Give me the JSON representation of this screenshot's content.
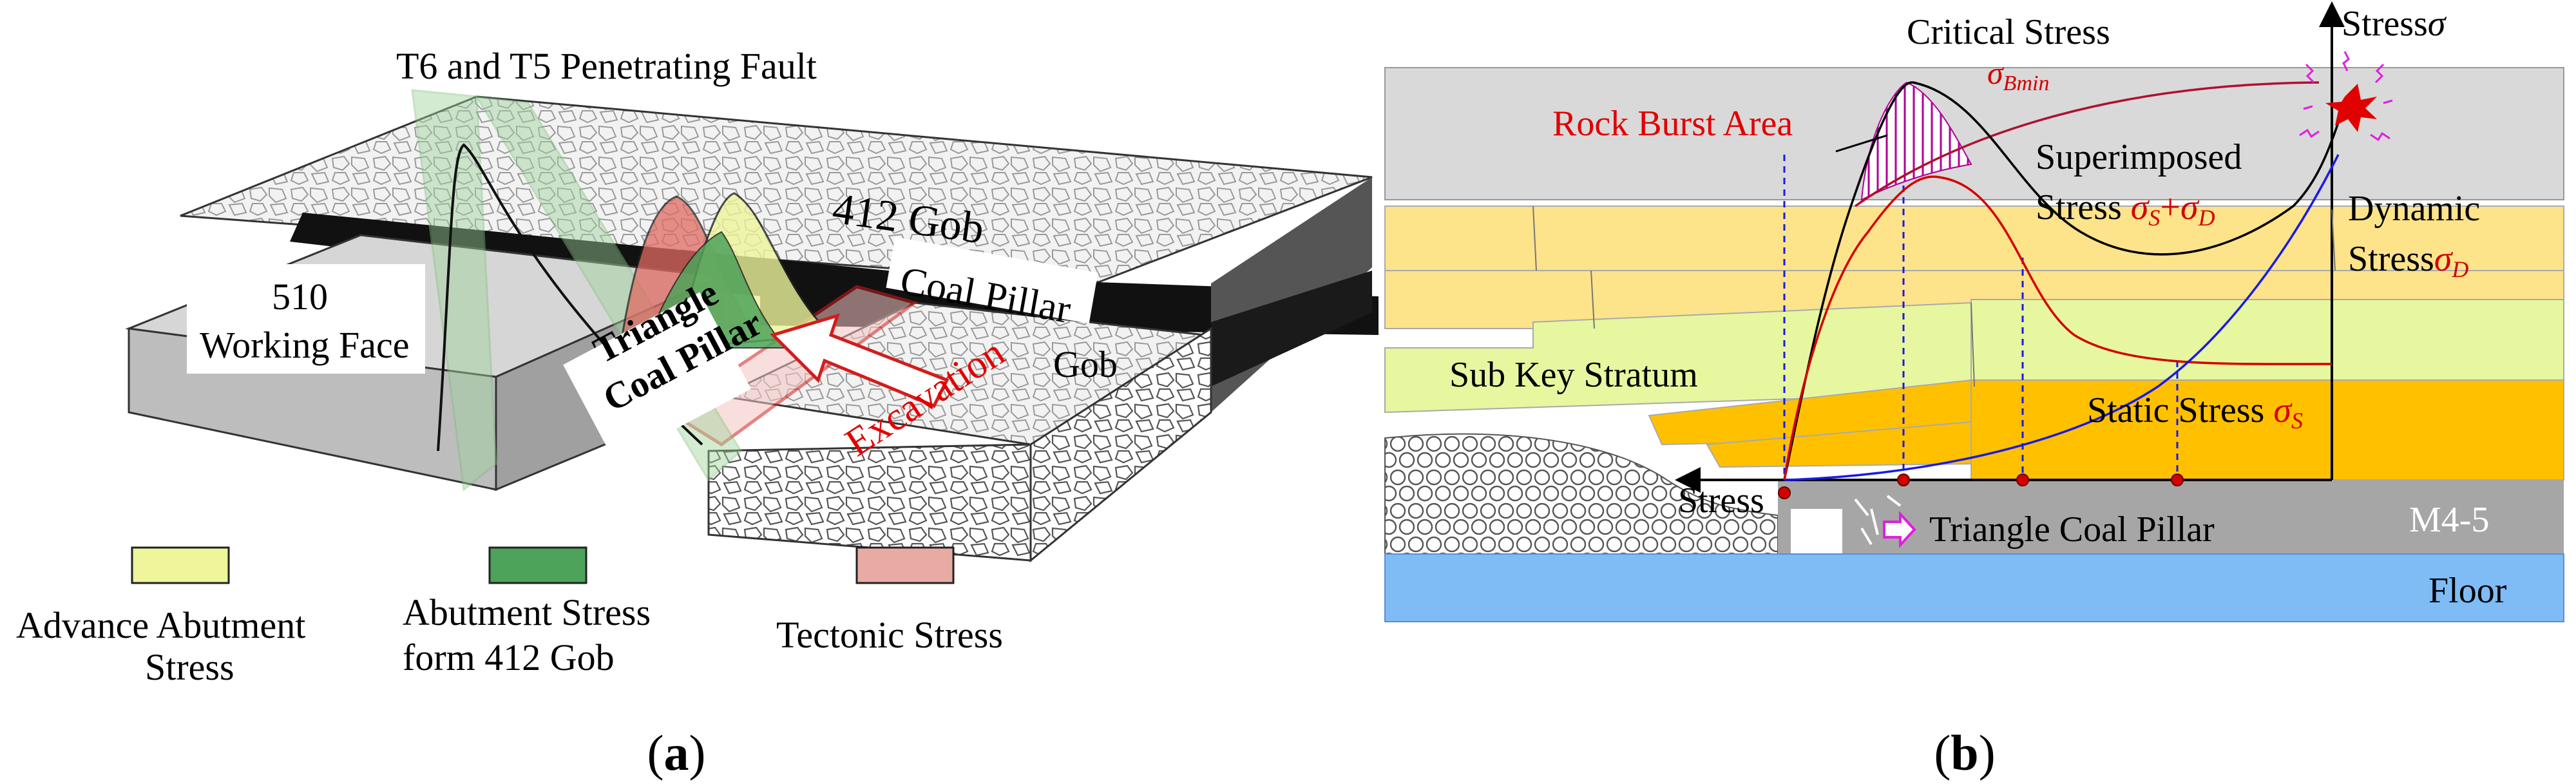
{
  "panel_a": {
    "fault_label": "T6 and T5 Penetrating Fault",
    "gob_412": "412 Gob",
    "coal_pillar": "Coal Pillar",
    "working_face_num": "510",
    "working_face": "Working Face",
    "triangle_line1": "Triangle",
    "triangle_line2": "Coal Pillar",
    "excavation": "Excavation",
    "gob": "Gob",
    "legend": [
      {
        "line1": "Advance Abutment",
        "line2": "Stress",
        "color": "#eef59a"
      },
      {
        "line1": "Abutment Stress",
        "line2": "form 412 Gob",
        "color": "#4ea35a"
      },
      {
        "line1": "Tectonic Stress",
        "line2": "",
        "color": "#e7aba4"
      }
    ],
    "caption_open": "(",
    "caption_letter": "a",
    "caption_close": ")"
  },
  "panel_b": {
    "stress_axis": "Stress",
    "stress_axis_symbol": "σ",
    "critical_stress": "Critical Stress",
    "sigma_bmin_main": "σ",
    "sigma_bmin_sub": "Bmin",
    "rock_burst_area": "Rock Burst Area",
    "superimposed_line1": "Superimposed",
    "superimposed_line2_text": "Stress ",
    "superimposed_formula": {
      "s1": "σ",
      "sub1": "S",
      "plus": "+",
      "s2": "σ",
      "sub2": "D"
    },
    "dynamic_line1": "Dynamic",
    "dynamic_line2": "Stress",
    "dynamic_symbol": {
      "s": "σ",
      "sub": "D"
    },
    "sub_key_stratum": "Sub Key Stratum",
    "static_stress": "Static Stress ",
    "static_symbol": {
      "s": "σ",
      "sub": "S"
    },
    "stress_left": "Stress",
    "triangle_coal_pillar": "Triangle Coal Pillar",
    "m45": "M4-5",
    "floor": "Floor",
    "caption_open": "(",
    "caption_letter": "b",
    "caption_close": ")",
    "colors": {
      "rock": "#d9d9d9",
      "yellow": "#fde38a",
      "green": "#e6f7a0",
      "orange": "#ffc000",
      "coal": "#a6a6a6",
      "floor": "#7fbcf6",
      "static": "#1a1ae6",
      "superimposed": "#000000",
      "dynamic": "#d40000",
      "critical": "#b01030",
      "hatch": "#b0009a"
    }
  }
}
